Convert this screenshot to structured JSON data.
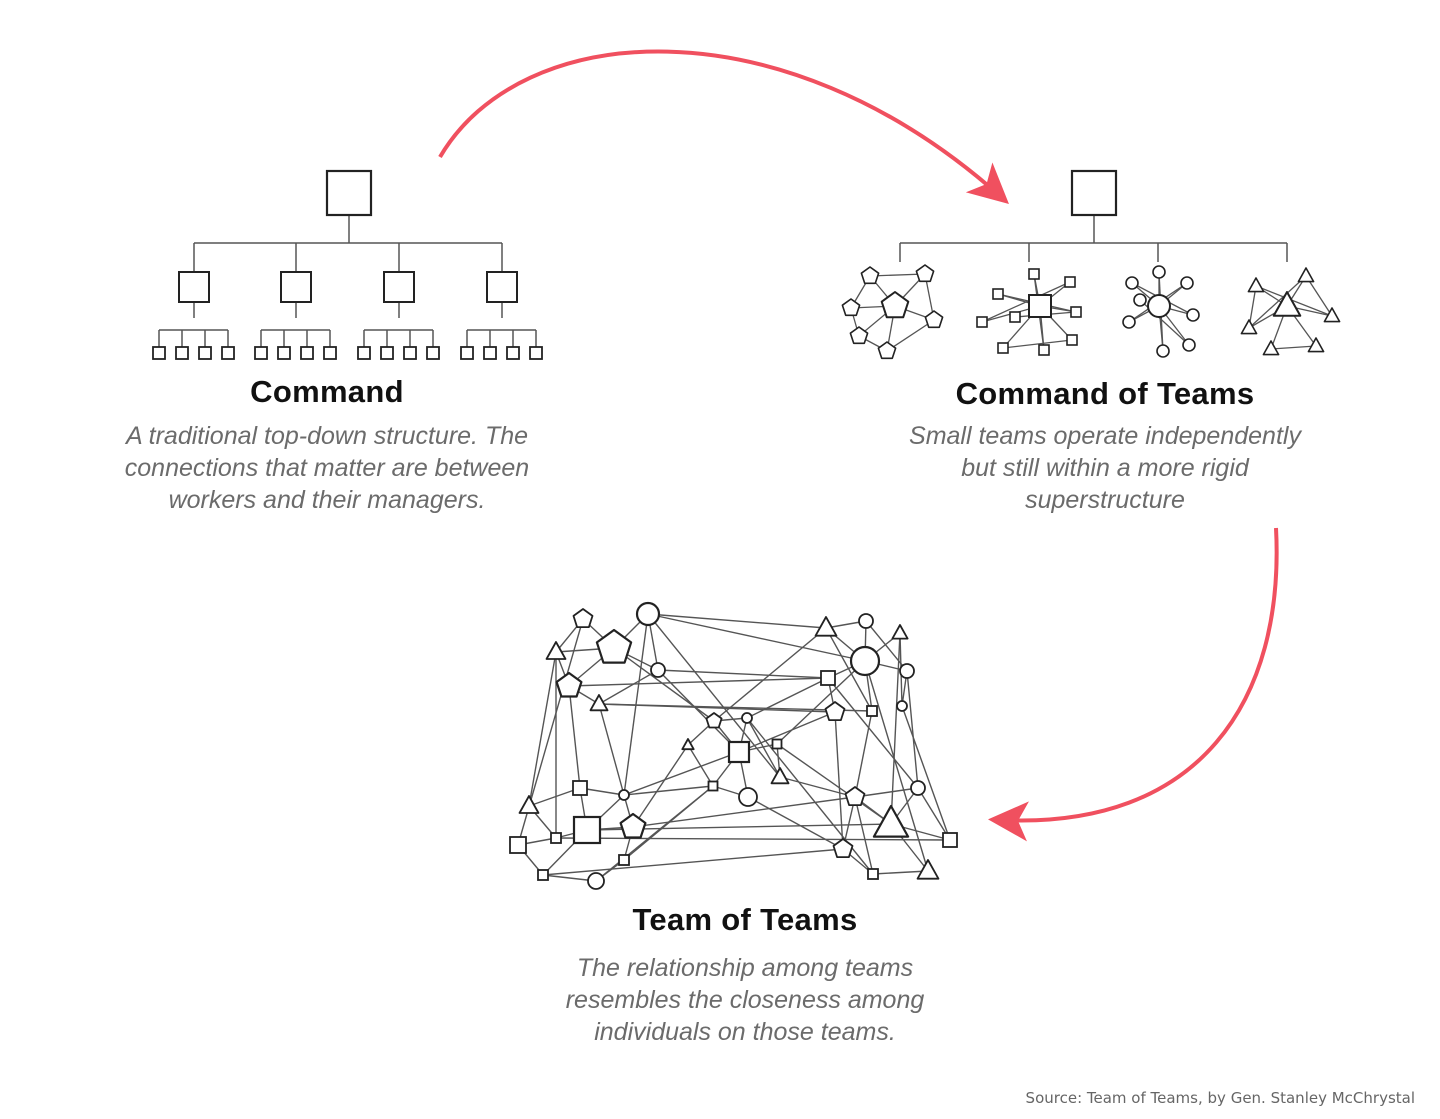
{
  "panels": [
    {
      "title": "Command",
      "description": [
        "A traditional top-down structure. The",
        "connections that matter are between",
        "workers and their managers."
      ]
    },
    {
      "title": "Command of Teams",
      "description": [
        "Small teams operate independently",
        "but still within a more rigid",
        "superstructure"
      ]
    },
    {
      "title": "Team of Teams",
      "description": [
        "The relationship among teams",
        "resembles the closeness among",
        "individuals on those teams."
      ]
    }
  ],
  "source": "Source: Team of Teams, by Gen. Stanley McChrystal",
  "colors": {
    "arrow": "#f0505f",
    "line": "#555555",
    "node": "#222222"
  }
}
